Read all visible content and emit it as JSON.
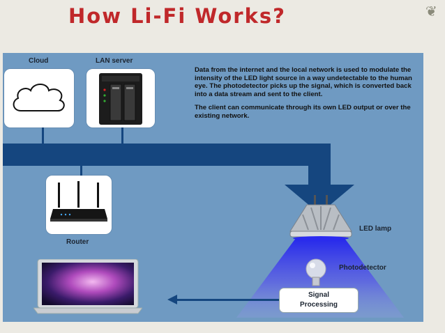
{
  "title": "How Li-Fi Works?",
  "corner_mark": "❦",
  "labels": {
    "cloud": "Cloud",
    "lan_server": "LAN server",
    "router": "Router",
    "led_lamp": "LED lamp",
    "photodetector": "Photodetector",
    "signal_line1": "Signal",
    "signal_line2": "Processing"
  },
  "description": {
    "para1": "Data from the internet and the local network is used to modulate the intensity of the LED light source in a way undetectable to the human eye. The photodetector picks up the signal, which is converted back into a data stream and sent to the client.",
    "para2": "The client can communicate through its own LED output or over the existing network."
  },
  "colors": {
    "title": "#c0282a",
    "panel": "#6f9ac2",
    "bus": "#15467f",
    "beam": "#3f3fe0"
  }
}
